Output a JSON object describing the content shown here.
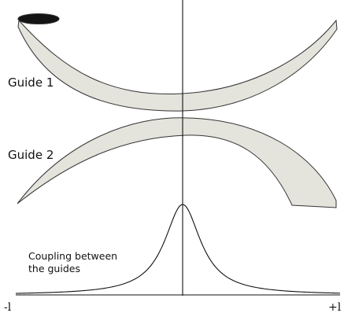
{
  "figure": {
    "labels": {
      "guide_1": "Guide 1",
      "guide_2": "Guide 2",
      "coupling_line1": "Coupling between",
      "coupling_line2": "the guides",
      "x_min": "-l",
      "x_max": "+l"
    },
    "colors": {
      "guide_fill": "#e4e3dc",
      "guide_stroke": "#333333",
      "guide_opening": "#141414",
      "line": "#111111",
      "background": "#ffffff"
    },
    "coupling_curve": {
      "shape": "lorentzian-like peak",
      "peak_at": 0,
      "range": [
        -1,
        1
      ]
    }
  }
}
